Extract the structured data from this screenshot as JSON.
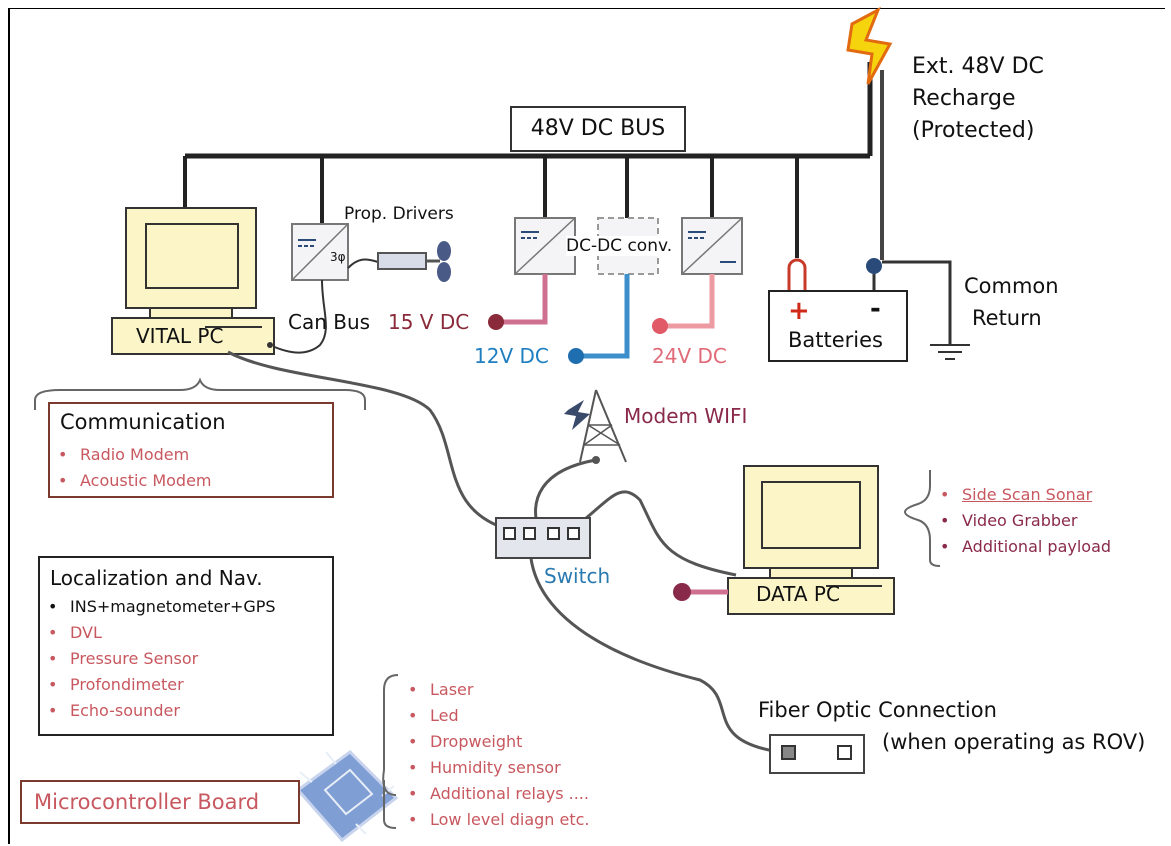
{
  "bus": {
    "label": "48V DC BUS"
  },
  "recharge": {
    "line1": "Ext. 48V DC",
    "line2": "Recharge",
    "line3": "(Protected)"
  },
  "prop_drivers": {
    "label": "Prop. Drivers",
    "phase": "3φ"
  },
  "can_bus": {
    "label": "Can Bus"
  },
  "vital_pc": {
    "label": "VITAL PC"
  },
  "data_pc": {
    "label": "DATA PC"
  },
  "dcdc": {
    "label": "DC-DC conv."
  },
  "outputs": {
    "v15": "15 V DC",
    "v12": "12V DC",
    "v24": "24V DC"
  },
  "batteries": {
    "label": "Batteries",
    "plus": "+",
    "minus": "-"
  },
  "common_return": {
    "line1": "Common",
    "line2": "Return"
  },
  "modem": {
    "label": "Modem WIFI"
  },
  "switch": {
    "label": "Switch"
  },
  "communication": {
    "title": "Communication",
    "items": [
      "Radio Modem",
      "Acoustic Modem"
    ]
  },
  "localization": {
    "title": "Localization and Nav.",
    "items": [
      "INS+magnetometer+GPS",
      "DVL",
      "Pressure Sensor",
      "Profondimeter",
      "Echo-sounder"
    ]
  },
  "payload": {
    "items": [
      "Side Scan Sonar",
      "Video Grabber",
      "Additional payload"
    ]
  },
  "microcontroller": {
    "label": "Microcontroller Board",
    "items": [
      "Laser",
      "Led",
      "Dropweight",
      "Humidity sensor",
      "Additional relays ....",
      "Low level diagn etc."
    ]
  },
  "fiber": {
    "line1": "Fiber Optic Connection",
    "line2": "(when operating as ROV)"
  },
  "colors": {
    "bus": "#222222",
    "v15": "#a33a5a",
    "v12": "#1f7fc0",
    "v24": "#e06a78",
    "pc_fill": "#fbf5c8",
    "box_border": "#7a3b2e",
    "red_text": "#c8585f",
    "purple_text": "#8a2a4a"
  }
}
